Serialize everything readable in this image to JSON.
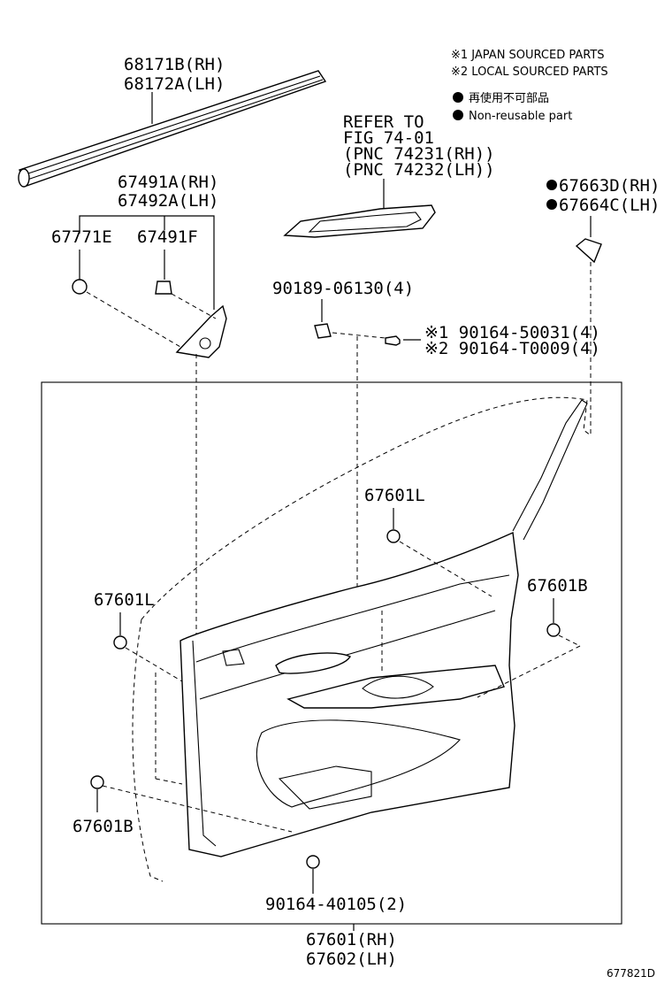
{
  "legend": {
    "line1": "※1 JAPAN SOURCED PARTS",
    "line2": "※2 LOCAL SOURCED PARTS",
    "line3": "再使用不可部品",
    "line4": "Non-reusable part"
  },
  "labels": {
    "p68171b": "68171B(RH)",
    "p68172a": "68172A(LH)",
    "refer_1": "REFER TO",
    "refer_2": "FIG 74-01",
    "refer_3": "(PNC 74231(RH))",
    "refer_4": "(PNC 74232(LH))",
    "p67491a": "67491A(RH)",
    "p67492a": "67492A(LH)",
    "p67771e": "67771E",
    "p67491f": "67491F",
    "p67663d": "67663D(RH)",
    "p67664c": "67664C(LH)",
    "p90189": "90189-06130(4)",
    "p90164_50031": "※1 90164-50031(4)",
    "p90164_t0009": "※2 90164-T0009(4)",
    "p67601l_a": "67601L",
    "p67601l_b": "67601L",
    "p67601b_a": "67601B",
    "p67601b_b": "67601B",
    "p90164_40105": "90164-40105(2)",
    "p67601": "67601(RH)",
    "p67602": "67602(LH)",
    "diagram_id": "677821D"
  }
}
